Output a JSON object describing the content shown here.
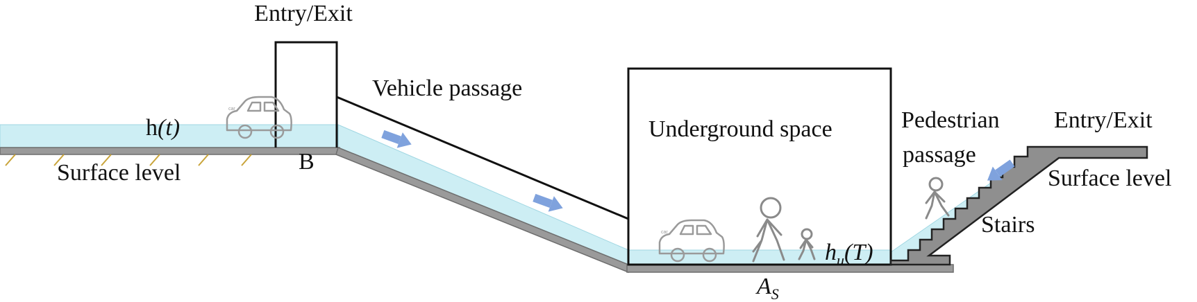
{
  "labels": {
    "entry_exit_left": "Entry/Exit",
    "vehicle_passage": "Vehicle passage",
    "h_t_prefix": "h",
    "h_t_arg": "(t)",
    "surface_level_left": "Surface level",
    "point_b": "B",
    "underground_space": "Underground space",
    "pedestrian_passage_line1": "Pedestrian",
    "pedestrian_passage_line2": "passage",
    "entry_exit_right": "Entry/Exit",
    "surface_level_right": "Surface level",
    "stairs": "Stairs",
    "hu_T_base": "h",
    "hu_T_sub": "u",
    "hu_T_arg": "(T)",
    "as_base": "A",
    "as_sub": "S",
    "car_tag": "car"
  },
  "colors": {
    "water": "#cdeef4",
    "ground": "#9a9a9a",
    "arrow": "#7fa2dd",
    "hatch": "#c9a43a"
  },
  "icons": {
    "flow_arrows": "arrow-right-icon",
    "car": "car-icon",
    "adult": "walking-person-icon",
    "child": "walking-child-icon"
  }
}
